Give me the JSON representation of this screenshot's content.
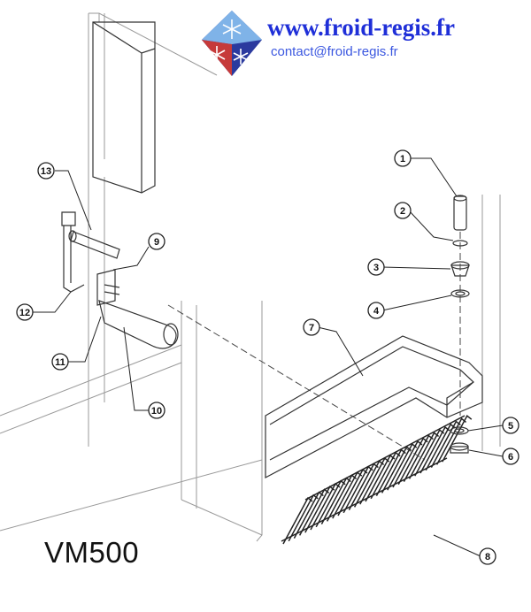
{
  "header": {
    "website": "www.froid-regis.fr",
    "email": "contact@froid-regis.fr"
  },
  "model": "VM500",
  "callouts": [
    {
      "number": "1",
      "part": "tube-fitting"
    },
    {
      "number": "2",
      "part": "o-ring"
    },
    {
      "number": "3",
      "part": "bushing"
    },
    {
      "number": "4",
      "part": "washer"
    },
    {
      "number": "5",
      "part": "washer"
    },
    {
      "number": "6",
      "part": "nut"
    },
    {
      "number": "7",
      "part": "drip-tray"
    },
    {
      "number": "8",
      "part": "grid-rack"
    },
    {
      "number": "9",
      "part": "bracket"
    },
    {
      "number": "10",
      "part": "drain-pipe"
    },
    {
      "number": "11",
      "part": "clip"
    },
    {
      "number": "12",
      "part": "hose"
    },
    {
      "number": "13",
      "part": "pipe"
    }
  ],
  "colors": {
    "url": "#1f2fd8",
    "email": "#3b57e0",
    "logo_blue": "#2b3a9e",
    "logo_red": "#c63a3a",
    "line": "#222222"
  }
}
